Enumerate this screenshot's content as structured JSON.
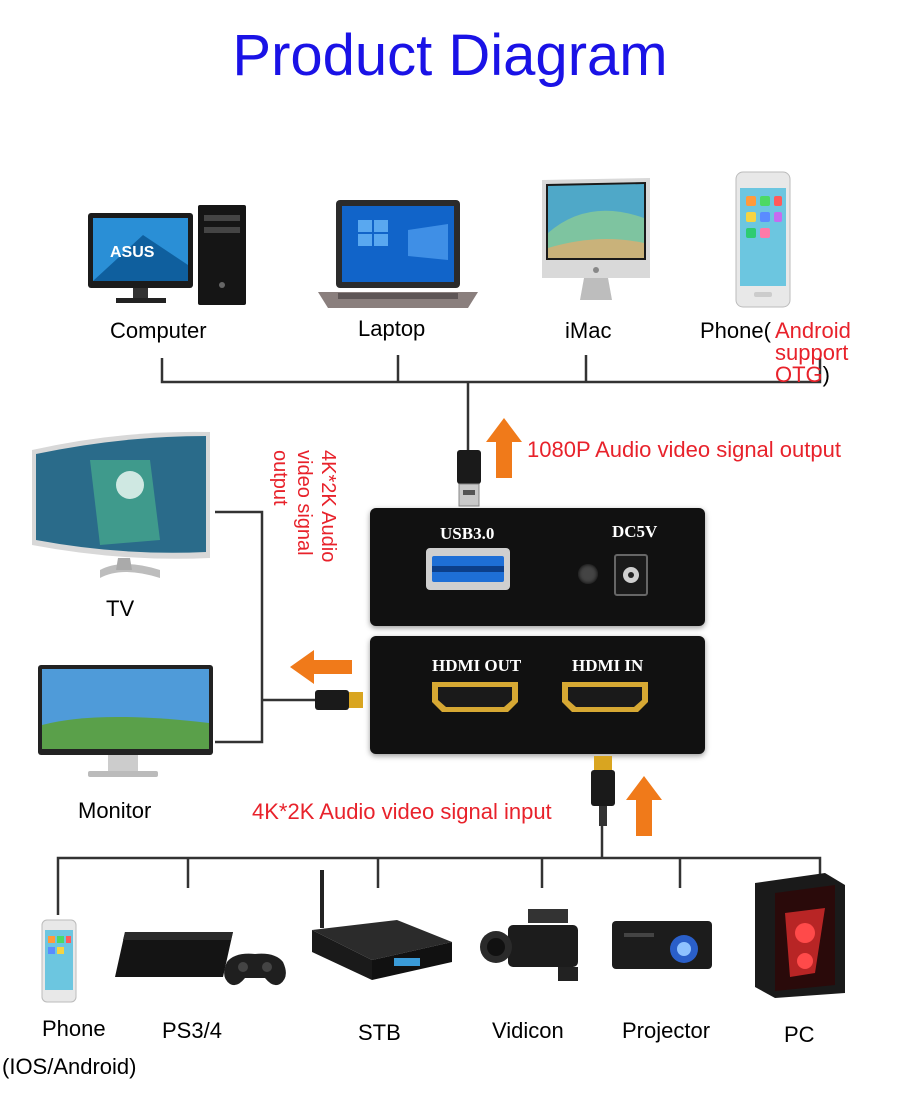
{
  "title": "Product Diagram",
  "top_devices": {
    "computer": "Computer",
    "laptop": "Laptop",
    "imac": "iMac",
    "phone_prefix": "Phone(",
    "phone_red": "Android support OTG",
    "phone_suffix": ")"
  },
  "side_devices": {
    "tv": "TV",
    "monitor": "Monitor"
  },
  "signals": {
    "usb_output": "1080P Audio video signal output",
    "hdmi_output": "4K*2K Audio video signal output",
    "hdmi_input": "4K*2K Audio video signal input"
  },
  "device_ports": {
    "usb": "USB3.0",
    "dc": "DC5V",
    "hdmi_out": "HDMI OUT",
    "hdmi_in": "HDMI IN"
  },
  "bottom_devices": {
    "phone_line1": "Phone",
    "phone_line2": "(IOS/Android)",
    "ps": "PS3/4",
    "stb": "STB",
    "vidicon": "Vidicon",
    "projector": "Projector",
    "pc": "PC"
  },
  "colors": {
    "title": "#1a12e6",
    "signal_text": "#e8222b",
    "arrow": "#f07a1a",
    "device_body": "#111111"
  },
  "icons": {
    "computer": "desktop-computer-icon",
    "laptop": "laptop-icon",
    "imac": "imac-icon",
    "phone": "smartphone-icon",
    "tv": "curved-tv-icon",
    "monitor": "monitor-icon",
    "ps": "game-console-icon",
    "stb": "set-top-box-icon",
    "vidicon": "video-camera-icon",
    "projector": "projector-icon",
    "pc": "gaming-pc-icon"
  }
}
